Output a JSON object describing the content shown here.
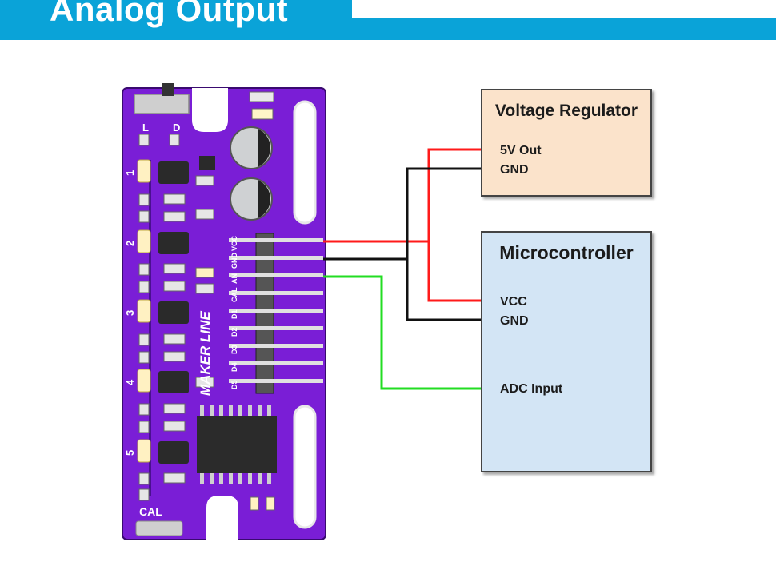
{
  "header": {
    "title": "Analog Output"
  },
  "voltage_regulator": {
    "title": "Voltage Regulator",
    "pins": [
      "5V Out",
      "GND"
    ]
  },
  "microcontroller": {
    "title": "Microcontroller",
    "pins": [
      "VCC",
      "GND",
      "ADC Input"
    ]
  },
  "board": {
    "name": "MAKER LINE",
    "switch_labels": [
      "L",
      "D"
    ],
    "sensor_numbers": [
      "1",
      "2",
      "3",
      "4",
      "5"
    ],
    "header_pin_labels": [
      "D5",
      "D4",
      "D3",
      "D2",
      "D1",
      "CAL",
      "AN",
      "GND",
      "VCC"
    ],
    "cal_label": "CAL"
  },
  "colors": {
    "header": "#0aa3d8",
    "pcb": "#7a1ed6",
    "wire_power": "#ff1a1a",
    "wire_ground": "#111111",
    "wire_signal": "#22dd22"
  }
}
